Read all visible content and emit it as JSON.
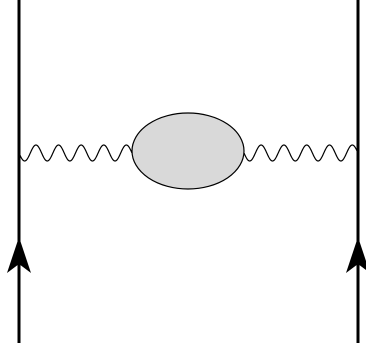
{
  "diagram": {
    "type": "feynman-diagram",
    "elements": [
      {
        "name": "fermion-line-left",
        "kind": "fermion",
        "arrow": "up"
      },
      {
        "name": "fermion-line-right",
        "kind": "fermion",
        "arrow": "up"
      },
      {
        "name": "photon-propagator-left",
        "kind": "photon"
      },
      {
        "name": "self-energy-blob",
        "kind": "blob"
      },
      {
        "name": "photon-propagator-right",
        "kind": "photon"
      }
    ],
    "colors": {
      "line": "#000000",
      "blob_fill": "#d9d9d9",
      "background": "#ffffff"
    }
  }
}
